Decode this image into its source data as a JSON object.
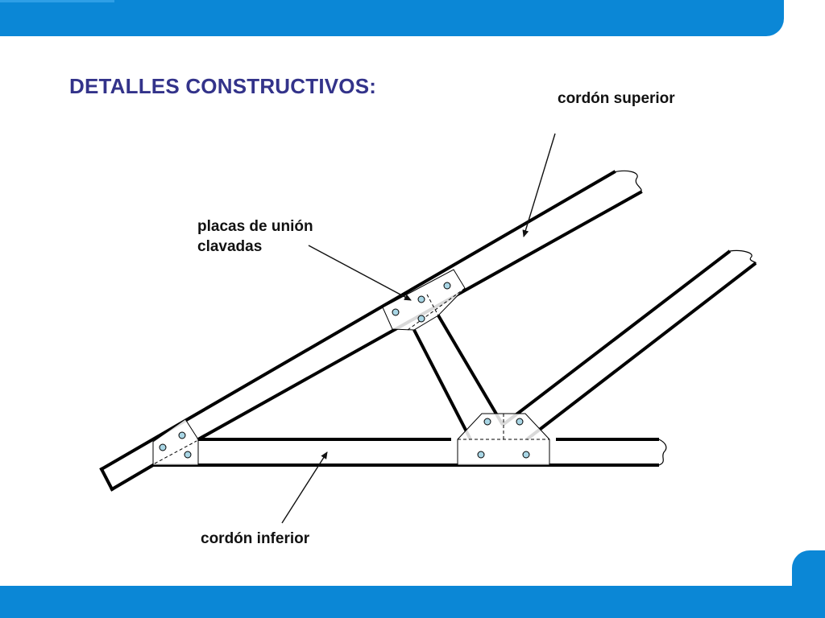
{
  "title": "DETALLES CONSTRUCTIVOS:",
  "labels": {
    "top_chord": "cordón superior",
    "plates_line1": "placas de unión",
    "plates_line2": "clavadas",
    "bottom_chord": "cordón inferior"
  },
  "colors": {
    "band": "#0b87d6",
    "title": "#33338a",
    "nail": "#a9d6e5"
  }
}
